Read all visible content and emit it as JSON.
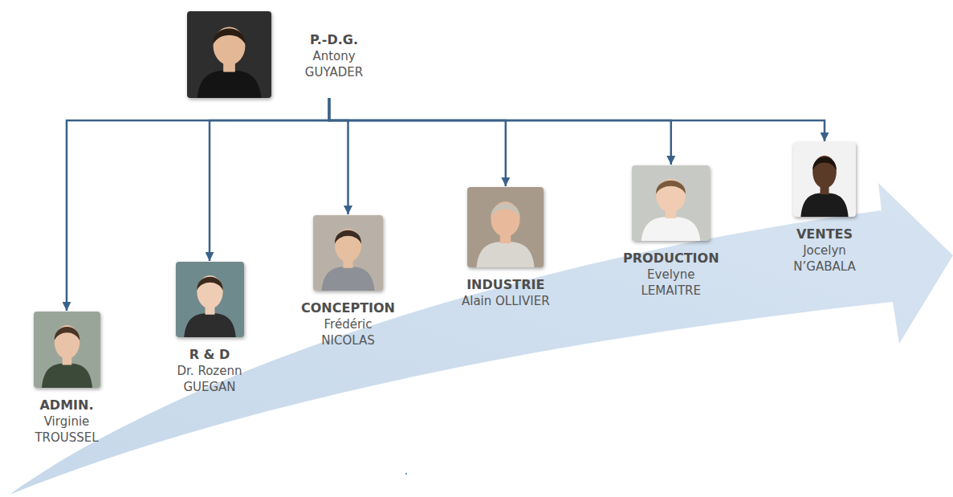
{
  "diagram": {
    "nodes": [
      {
        "text": [
          "P.-D.G.",
          "Antony GUYADER"
        ]
      },
      {
        "text": [
          "ADMIN.",
          "Virginie TROUSSEL"
        ]
      },
      {
        "text": [
          "R & D",
          "Dr. Rozenn GUEGAN"
        ]
      },
      {
        "text": [
          "CONCEPTION",
          "Frédéric NICOLAS"
        ]
      },
      {
        "text": [
          "INDUSTRIE",
          "Alain OLLIVIER"
        ]
      },
      {
        "text": [
          "PRODUCTION",
          "Evelyne LEMAITRE"
        ]
      },
      {
        "text": [
          "VENTES",
          "Jocelyn N’GABALA"
        ]
      }
    ],
    "edges": [
      {
        "from": 0,
        "to": 1,
        "arrow": "to"
      },
      {
        "from": 0,
        "to": 2,
        "arrow": "to"
      },
      {
        "from": 0,
        "to": 3,
        "arrow": "to"
      },
      {
        "from": 0,
        "to": 4,
        "arrow": "to"
      },
      {
        "from": 0,
        "to": 5,
        "arrow": "to"
      },
      {
        "from": 0,
        "to": 6,
        "arrow": "to"
      }
    ]
  }
}
